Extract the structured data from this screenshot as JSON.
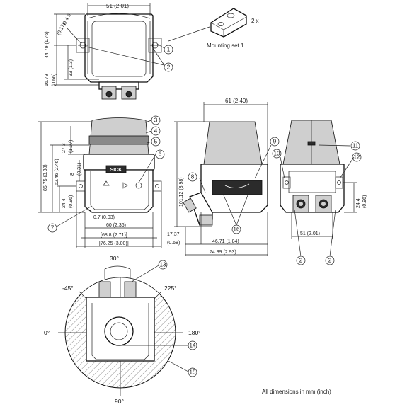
{
  "mounting": {
    "label": "Mounting set 1",
    "quantity": "2 x"
  },
  "dims": {
    "top_width": "51 (2.01)",
    "hole_dia": "Ø 4.3",
    "hole_dia_in": "(0.17)",
    "h_4479": "44.79 (1.76)",
    "h_33": "33 (1.3)",
    "h_1679": "16.79",
    "h_1679_in": "(0.66)",
    "h_8575": "85.75 (3.38)",
    "h_6246": "62.46 (2.46)",
    "h_273": "27.3",
    "h_273_in": "(1.07)",
    "h_8": "8",
    "h_8_in": "(0.31)",
    "h_244_front": "24.4",
    "h_244_front_in": "(0.96)",
    "w_07": "0.7 (0.03)",
    "w_60": "60 (2.36)",
    "w_688": "[68.8 (2.71)]",
    "w_7625": "[76.25 (3.00)]",
    "side_width": "61 (2.40)",
    "h_10112": "101.12 (3.98)",
    "h_1737": "17.37",
    "h_1737_in": "(0.68)",
    "w_4671": "46.71 (1.84)",
    "w_7439": "74.39 (2.93)",
    "rear_width": "51 (2.01)",
    "h_244_rear": "24.4",
    "h_244_rear_in": "(0.96)"
  },
  "angles": {
    "a30": "30°",
    "a_neg45": "-45°",
    "a225": "225°",
    "a0": "0°",
    "a180": "180°",
    "a90": "90°"
  },
  "callouts": [
    "1",
    "2",
    "3",
    "4",
    "5",
    "6",
    "7",
    "8",
    "9",
    "10",
    "11",
    "12",
    "13",
    "14",
    "15",
    "16"
  ],
  "brand": "SICK",
  "footnote": "All dimensions in mm (inch)"
}
